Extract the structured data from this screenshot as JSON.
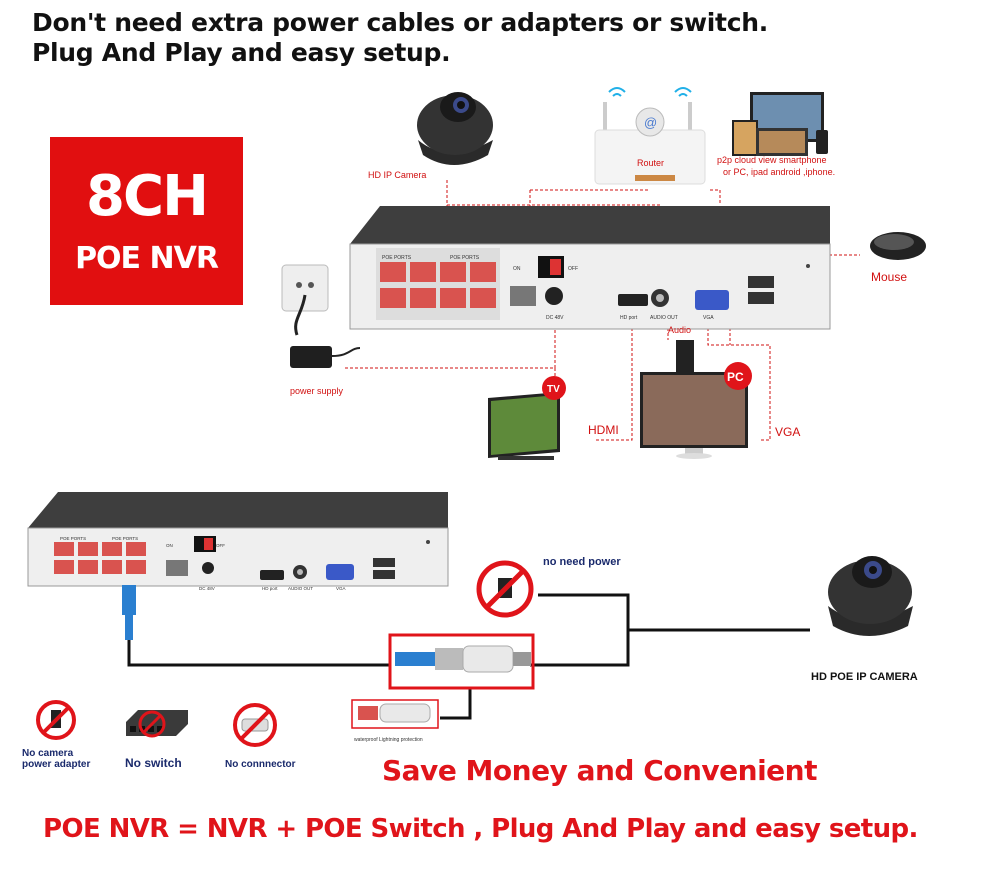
{
  "headline": {
    "line1": "Don't need extra power cables or adapters or switch.",
    "line2": "Plug And Play and easy setup."
  },
  "badge": {
    "line1": "8CH",
    "line2": "POE NVR",
    "color": "#e10f10"
  },
  "top_diagram": {
    "camera_label": "HD IP Camera",
    "router_label": "Router",
    "p2p_line1": "p2p cloud  view smartphone",
    "p2p_line2": "or PC, ipad android ,iphone.",
    "mouse_label": "Mouse",
    "power_label": "power supply",
    "audio_label": "Audio",
    "tv_badge": "TV",
    "pc_badge": "PC",
    "hdmi_label": "HDMI",
    "vga_label": "VGA",
    "nvr": {
      "poe_ports_label": "POE PORTS",
      "on_label": "ON",
      "off_label": "OFF",
      "dc_label": "DC 48V",
      "hd_port_label": "HD port",
      "audio_out_label": "AUDIO OUT",
      "vga_port_label": "VGA"
    }
  },
  "bottom_diagram": {
    "no_need_power": "no need power",
    "camera_label": "HD POE IP CAMERA",
    "waterproof_label": "waterproof Lightning protection",
    "features": [
      {
        "icon": "no-power-adapter-icon",
        "line1": "No camera",
        "line2": "power adapter"
      },
      {
        "icon": "no-switch-icon",
        "line1": "No switch",
        "line2": ""
      },
      {
        "icon": "no-connector-icon",
        "line1": "No connnector",
        "line2": ""
      }
    ]
  },
  "save_text": "Save Money and Convenient",
  "formula_text": "POE NVR = NVR + POE Switch , Plug And Play and easy setup.",
  "colors": {
    "accent_red": "#e0141a",
    "label_red": "#d11010",
    "label_blue": "#1a2a6c",
    "nvr_body": "#4a4a4a",
    "port_red": "#d9534f"
  }
}
